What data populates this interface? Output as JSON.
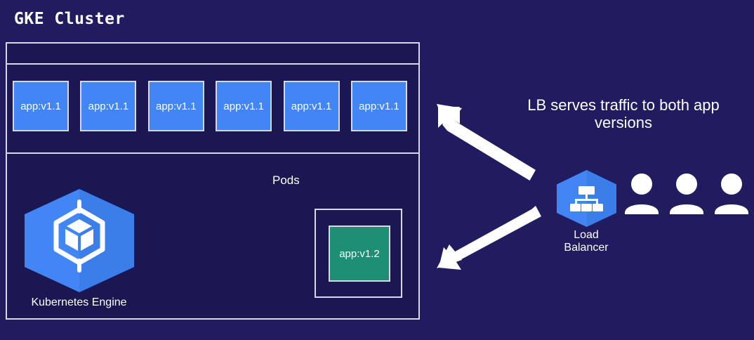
{
  "diagram": {
    "title": "GKE Cluster",
    "background_color": "#211c5f",
    "cluster_background_color": "#1b1752",
    "border_color": "#d8d8e4"
  },
  "cluster": {
    "pods_label": "Pods",
    "pod_color": "#4285f4",
    "pods": [
      {
        "label": "app:v1.1"
      },
      {
        "label": "app:v1.1"
      },
      {
        "label": "app:v1.1"
      },
      {
        "label": "app:v1.1"
      },
      {
        "label": "app:v1.1"
      },
      {
        "label": "app:v1.1"
      }
    ],
    "new_pod": {
      "label": "app:v1.2",
      "color": "#1e8e74"
    },
    "kubernetes_engine": {
      "label": "Kubernetes Engine",
      "icon": "kubernetes-engine-hexagon-icon",
      "color": "#4285f4"
    }
  },
  "right_panel": {
    "caption_line1": "LB serves traffic to both app",
    "caption_line2": "versions",
    "load_balancer": {
      "label_line1": "Load",
      "label_line2": "Balancer",
      "icon": "load-balancer-hexagon-icon",
      "color": "#4285f4"
    },
    "users": [
      {
        "icon": "user-icon"
      },
      {
        "icon": "user-icon"
      },
      {
        "icon": "user-icon"
      }
    ],
    "arrows": [
      {
        "name": "arrow-lb-to-v1-1-pods",
        "direction": "up-left"
      },
      {
        "name": "arrow-lb-to-v1-2-pod",
        "direction": "down-left"
      }
    ]
  }
}
